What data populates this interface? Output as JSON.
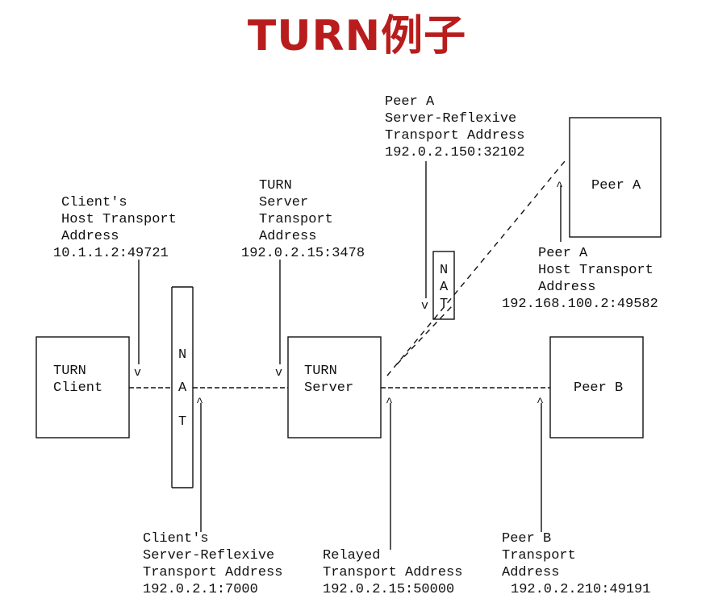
{
  "title": "TURN例子",
  "nat_letters": [
    "N",
    "A",
    "T"
  ],
  "client": {
    "box": [
      "TURN",
      "Client"
    ],
    "host_address_label": [
      "Client's",
      "Host Transport",
      "Address"
    ],
    "host_address": "10.1.1.2:49721",
    "srflx_label": [
      "Client's",
      "Server-Reflexive",
      "Transport Address"
    ],
    "srflx_address": "192.0.2.1:7000"
  },
  "server": {
    "box": [
      "TURN",
      "Server"
    ],
    "address_label": [
      "TURN",
      "Server",
      "Transport",
      "Address"
    ],
    "address": "192.0.2.15:3478",
    "relayed_label": [
      "Relayed",
      "Transport Address"
    ],
    "relayed_address": "192.0.2.15:50000"
  },
  "peer_a": {
    "box": "Peer A",
    "srflx_label": [
      "Peer A",
      "Server-Reflexive",
      "Transport Address"
    ],
    "srflx_address": "192.0.2.150:32102",
    "host_label": [
      "Peer A",
      "Host Transport",
      "Address"
    ],
    "host_address": "192.168.100.2:49582"
  },
  "peer_b": {
    "box": "Peer B",
    "address_label": [
      "Peer B",
      "Transport",
      "Address"
    ],
    "address": "192.0.2.210:49191"
  }
}
